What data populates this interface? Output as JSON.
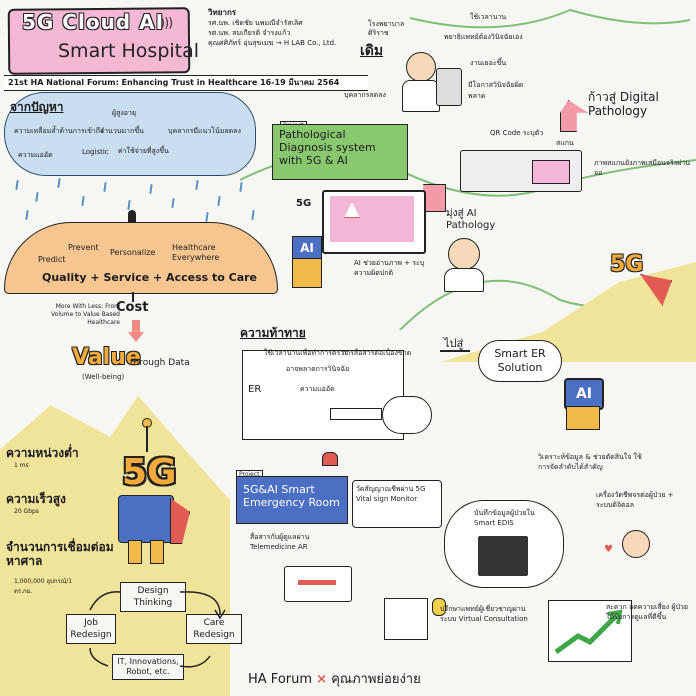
{
  "header": {
    "title_line1": "5G Cloud AI",
    "title_line2": "Smart Hospital",
    "signal_glyph": ")))",
    "team_label": "วิทยากร",
    "team": [
      "รศ.นพ. เชิดชัย นพมณีจำรัสเลิศ",
      "รศ.นพ. สมเกียรติ จำรงแก้ว",
      "คุณศศิภัทร์ อุ่นสุขเมฆ → H LAB Co., Ltd."
    ],
    "hospital": "โรงพยาบาลศิริราช",
    "forum_banner": "21st HA National Forum: Enhancing Trust in Healthcare 16-19 มีนาคม 2564"
  },
  "problems": {
    "title": "จากปัญหา",
    "items": [
      "ความเหลื่อมล้ำด้านการเข้าถึง",
      "ผู้สูงอายุ",
      "จำนวนมากขึ้น",
      "บุคลากรมีแนวโน้มลดลง",
      "ความแออัด",
      "Logistic",
      "ค่าใช้จ่ายที่สูงขึ้น"
    ]
  },
  "umbrella": {
    "predict": "Predict",
    "prevent": "Prevent",
    "personalize": "Personalize",
    "healthcare": "Healthcare Everywhere",
    "main": "Quality + Service + Access to Care",
    "cost": "Cost",
    "cost_note": "More With Less: From Volume to Value Based Healthcare",
    "value": "Value",
    "through": "through Data",
    "wellbeing": "(Well-being)"
  },
  "fiveg": {
    "label": "5G",
    "latency": "ความหน่วงต่ำ",
    "latency_val": "1 ms",
    "speed": "ความเร็วสูง",
    "speed_val": "20 Gbps",
    "connections": "จำนวนการเชื่อมต่อมหาศาล",
    "connections_val": "1,000,000 อุปกรณ์/1 ตร.กม."
  },
  "design_thinking": {
    "design": "Design Thinking",
    "care": "Care Redesign",
    "job": "Job Redesign",
    "it": "IT, Innovations, Robot, etc."
  },
  "pathology": {
    "project_tag": "Project",
    "project_title": "Pathological Diagnosis system with 5G & AI",
    "doem": "เดิม",
    "notes": [
      "ใช้เวลานาน",
      "พยาธิแพทย์ต้องวินิจฉัยเอง",
      "งานเยอะขึ้น",
      "มีโอกาสวินิจฉัยผิดพลาด",
      "บุคลากรลดลง"
    ],
    "to_digital": "ก้าวสู่ Digital Pathology",
    "qr": "QR Code ระบุตัว",
    "scan": "สแกน",
    "img": "ภาพสแกนยังภาพเสมือนจริงผ่านจอ",
    "to_ai": "มุ่งสู่ AI Pathology",
    "fiveg_label": "5G",
    "ai_label": "AI",
    "ai_desc": "AI ช่วยอ่านภาพ + ระบุความผิดปกติ",
    "fiveg_right": "5G"
  },
  "er": {
    "challenge": "ความท้าทาย",
    "notes": [
      "ใช้เวลานานเพื่อทำการตรวจ",
      "อาจพลาดการวินิจฉัย",
      "ความแออัด",
      "การสื่อสารต่อเนื่องขาด"
    ],
    "er_label": "ER",
    "arrow": "ไปสู่",
    "smart_er": "Smart ER Solution",
    "ai_label": "AI",
    "ai_note": "วิเคราะห์ข้อมูล & ช่วยตัดสินใจ ใช้การจัดลำดับได้สำคัญ"
  },
  "smart_er": {
    "project_tag": "Project",
    "title": "5G&AI Smart Emergency Room",
    "vital": "วัดสัญญาณชีพผ่าน 5G Vital sign Monitor",
    "telemedicine": "สื่อสารกับผู้ดูแลผ่าน Telemedicine AR",
    "edis": "บันทึกข้อมูลผู้ป่วยใน Smart EDIS",
    "consult": "ปรึกษาแพทย์ผู้เชี่ยวชาญผ่านระบบ Virtual Consultation",
    "patient_note": "เครื่องวัดชีพจรต่อผู้ป่วย + ระบบดิจิตอล",
    "growth": "สะดวก ลดความเสี่ยง ผู้ป่วยได้รับการดูแลที่ดีขึ้น"
  },
  "footer": {
    "left": "HA Forum",
    "x": "×",
    "right": "คุณภาพย่อยง่าย"
  },
  "colors": {
    "pink": "#f4b7d4",
    "blue_cloud": "#c9def0",
    "umbrella": "#f7c690",
    "green": "#8ac870",
    "blue": "#4a6fc3",
    "orange": "#f4a93b"
  }
}
